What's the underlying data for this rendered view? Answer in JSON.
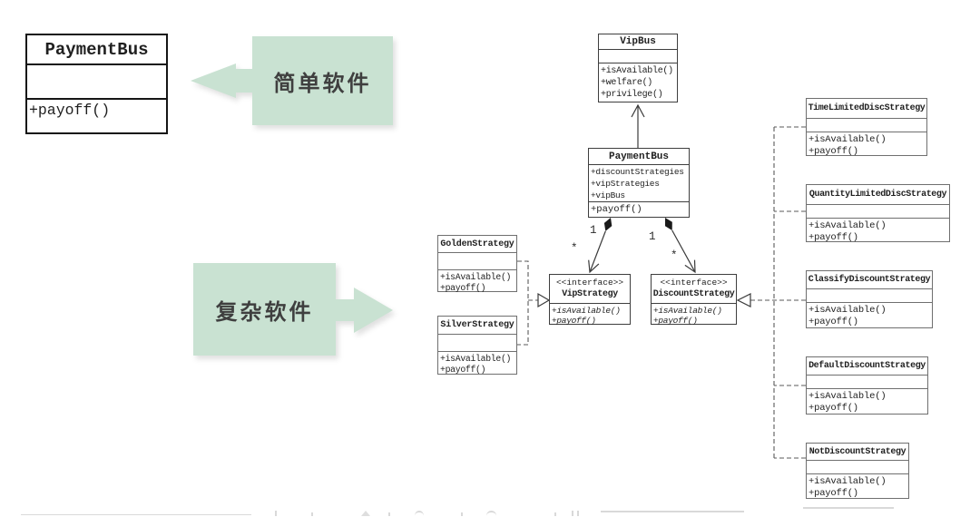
{
  "banners": {
    "simple": "简单软件",
    "complex": "复杂软件"
  },
  "classes": {
    "payment_simple": {
      "name": "PaymentBus",
      "methods": [
        "+payoff()"
      ]
    },
    "vipbus": {
      "name": "VipBus",
      "methods": [
        "+isAvailable()",
        "+welfare()",
        "+privilege()"
      ]
    },
    "payment": {
      "name": "PaymentBus",
      "attributes": [
        "+discountStrategies",
        "+vipStrategies",
        "+vipBus"
      ],
      "methods": [
        "+payoff()"
      ]
    },
    "vip_if": {
      "stereotype": "<<interface>>",
      "name": "VipStrategy",
      "methods": [
        "+isAvailable()",
        "+payoff()"
      ]
    },
    "disc_if": {
      "stereotype": "<<interface>>",
      "name": "DiscountStrategy",
      "methods": [
        "+isAvailable()",
        "+payoff()"
      ]
    },
    "golden": {
      "name": "GoldenStrategy",
      "methods": [
        "+isAvailable()",
        "+payoff()"
      ]
    },
    "silver": {
      "name": "SilverStrategy",
      "methods": [
        "+isAvailable()",
        "+payoff()"
      ]
    },
    "time_limited": {
      "name": "TimeLimitedDiscStrategy",
      "methods": [
        "+isAvailable()",
        "+payoff()"
      ]
    },
    "quantity_limited": {
      "name": "QuantityLimitedDiscStrategy",
      "methods": [
        "+isAvailable()",
        "+payoff()"
      ]
    },
    "classify": {
      "name": "ClassifyDiscountStrategy",
      "methods": [
        "+isAvailable()",
        "+payoff()"
      ]
    },
    "default_disc": {
      "name": "DefaultDiscountStrategy",
      "methods": [
        "+isAvailable()",
        "+payoff()"
      ]
    },
    "not_disc": {
      "name": "NotDiscountStrategy",
      "methods": [
        "+isAvailable()",
        "+payoff()"
      ]
    }
  },
  "multiplicity": {
    "vip_source": "1",
    "vip_target": "*",
    "disc_source": "1",
    "disc_target": "*"
  },
  "colors": {
    "banner_green": "#c9e2d2",
    "banner_text": "#3f3f3f",
    "line": "#3a3a3a"
  }
}
